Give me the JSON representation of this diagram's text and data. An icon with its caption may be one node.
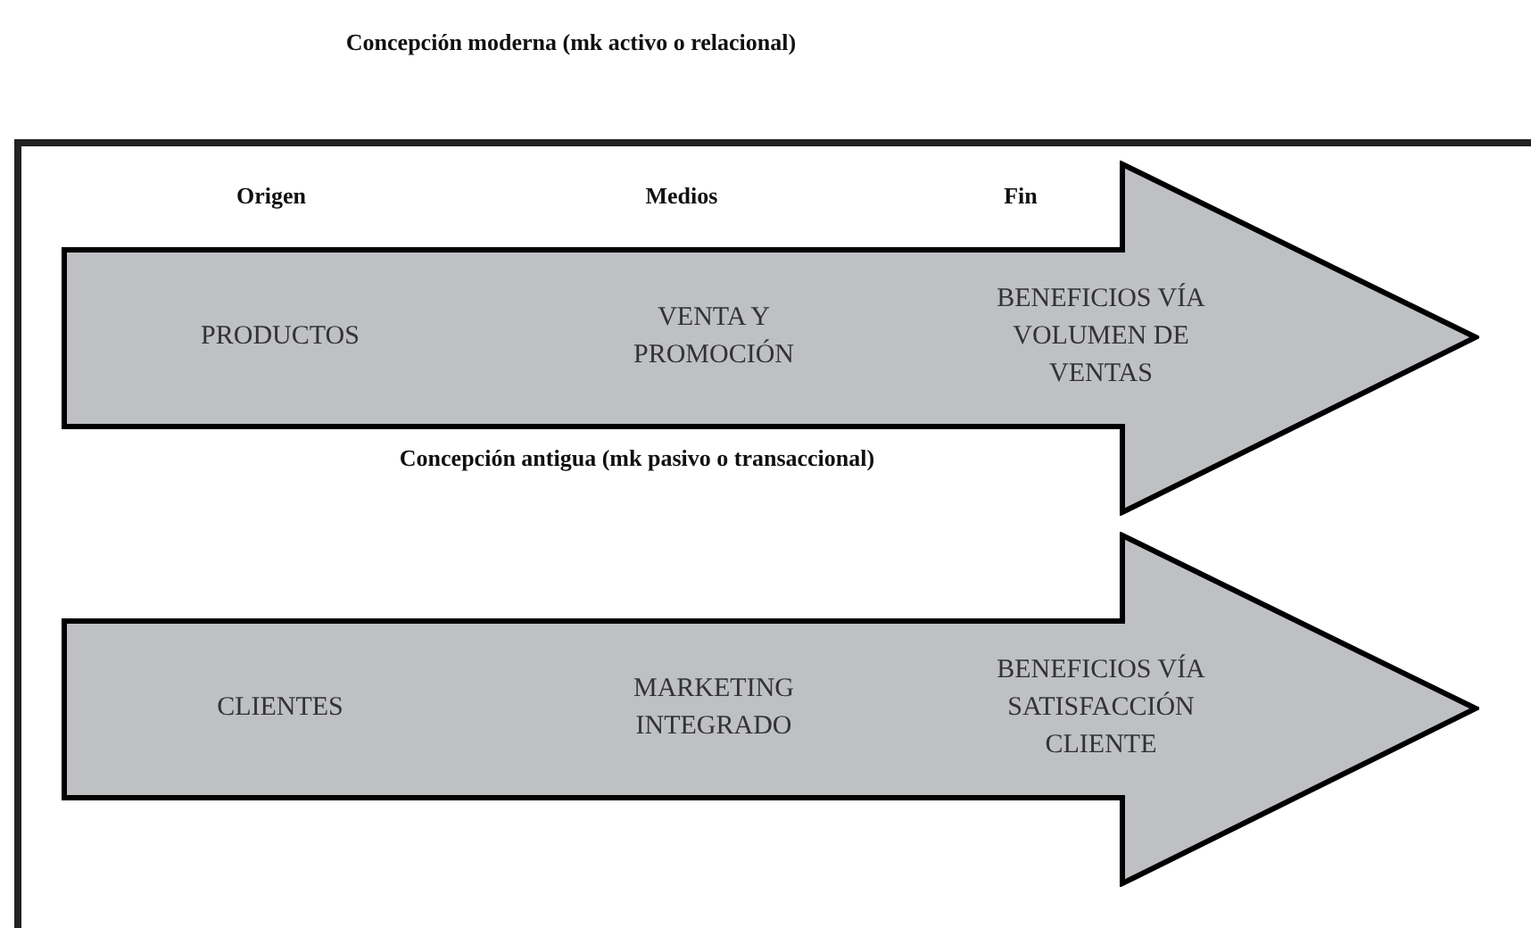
{
  "diagram": {
    "title": "Concepción moderna (mk activo o relacional)",
    "nodes": [
      {
        "text": [],
        "shape": "box"
      },
      {
        "text": [
          "PRODUCTOS",
          "VENTA Y PROMOCIÓN",
          "BENEFICIOS VÍA VOLUMEN DE VENTAS"
        ],
        "in": 0
      },
      {
        "text": [
          "CLIENTES",
          "MARKETING INTEGRADO",
          "BENEFICIOS VÍA SATISFACCIÓN CLIENTE"
        ],
        "in": 0
      }
    ],
    "labels": [
      "Origen",
      "Medios",
      "Fin",
      "Concepción antigua (mk pasivo o transaccional)"
    ]
  }
}
